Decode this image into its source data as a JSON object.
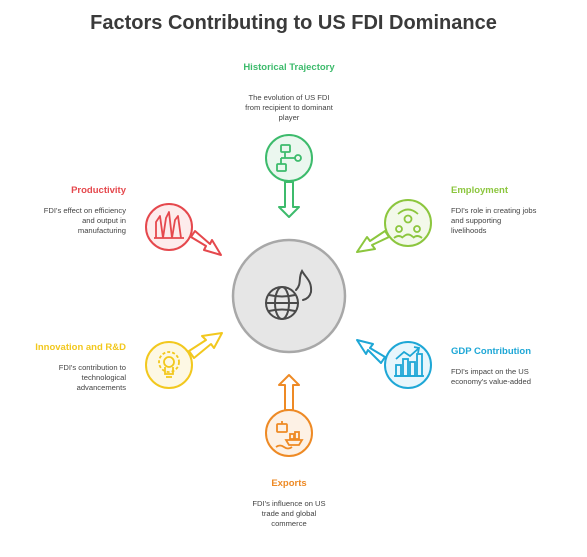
{
  "title": "Factors Contributing to US FDI Dominance",
  "center_icon": "globe-with-flame-icon",
  "factors": [
    {
      "id": "historical",
      "label": "Historical Trajectory",
      "description": "The evolution of US FDI from recipient to dominant player",
      "color": "#3dbb6c",
      "icon": "flowchart-icon"
    },
    {
      "id": "employment",
      "label": "Employment",
      "description": "FDI's role in creating jobs and supporting livelihoods",
      "color": "#8cc63e",
      "icon": "people-network-icon"
    },
    {
      "id": "gdp",
      "label": "GDP Contribution",
      "description": "FDI's impact on the US economy's value-added",
      "color": "#1ea7d6",
      "icon": "bar-chart-growth-icon"
    },
    {
      "id": "exports",
      "label": "Exports",
      "description": "FDI's influence on US trade and global commerce",
      "color": "#ee8a25",
      "icon": "cargo-ship-icon"
    },
    {
      "id": "innovation",
      "label": "Innovation and R&D",
      "description": "FDI's contribution to technological advancements",
      "color": "#f2c81e",
      "icon": "lightbulb-gear-icon"
    },
    {
      "id": "productivity",
      "label": "Productivity",
      "description": "FDI's effect on efficiency and output in manufacturing",
      "color": "#e5484d",
      "icon": "factory-icon"
    }
  ]
}
